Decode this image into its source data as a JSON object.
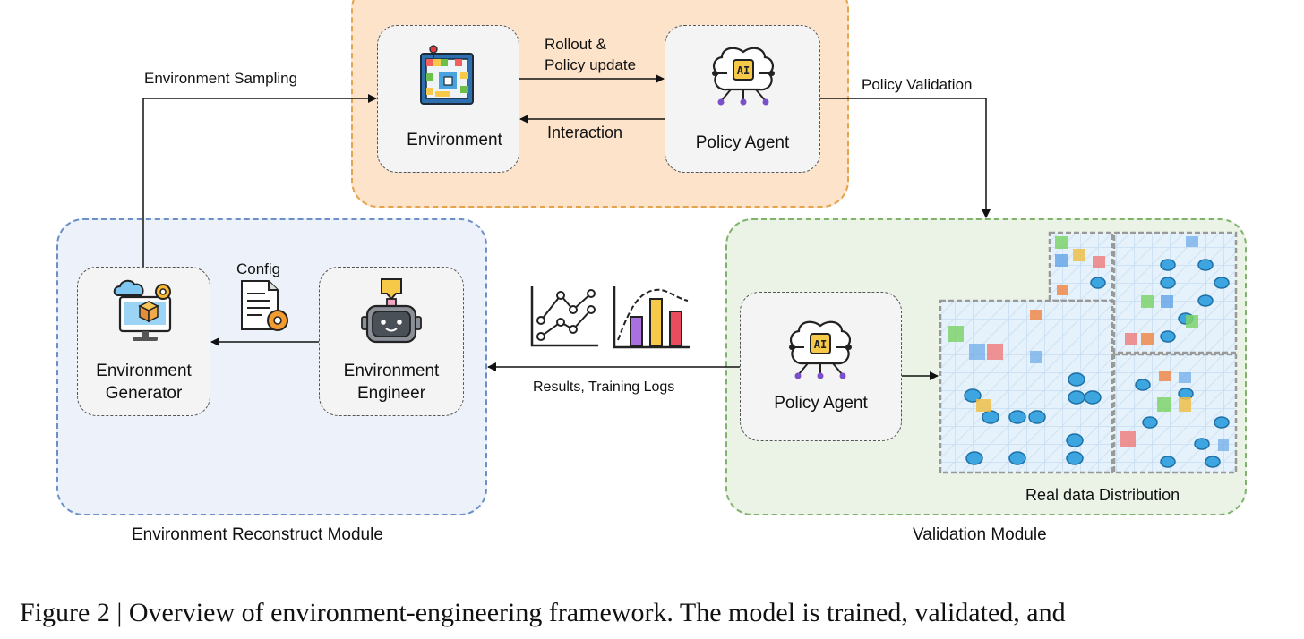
{
  "modules": {
    "top": {
      "fill": "#fde3c9",
      "border": "#e2a44c"
    },
    "reconstruct": {
      "label": "Environment Reconstruct Module",
      "fill": "#edf2fa",
      "border": "#6b8fc6"
    },
    "validation": {
      "label": "Validation Module",
      "fill": "#eaf3e6",
      "border": "#7fb36b"
    }
  },
  "nodes": {
    "environment": "Environment",
    "policy_agent_top": "Policy Agent",
    "environment_generator": "Environment\nGenerator",
    "environment_engineer": "Environment\nEngineer",
    "policy_agent_validation": "Policy Agent"
  },
  "edges": {
    "rollout": "Rollout &\nPolicy update",
    "interaction": "Interaction",
    "environment_sampling": "Environment Sampling",
    "policy_validation": "Policy Validation",
    "config": "Config",
    "results": "Results, Training Logs"
  },
  "real_data_label": "Real data Distribution",
  "caption": "Figure 2 | Overview of environment-engineering framework. The model is trained, validated, and",
  "icons": {
    "environment": "board-game-icon",
    "policy_agent": "ai-brain-icon",
    "generator": "cloud-computer-gear-icon",
    "engineer": "robot-icon",
    "config": "document-gear-icon",
    "charts": "line-chart-icon",
    "bars": "bar-chart-icon"
  },
  "colors": {
    "arrow": "#111111",
    "brain": "#222222",
    "ai_chip": "#f7c948",
    "purple": "#7b4fc9"
  }
}
